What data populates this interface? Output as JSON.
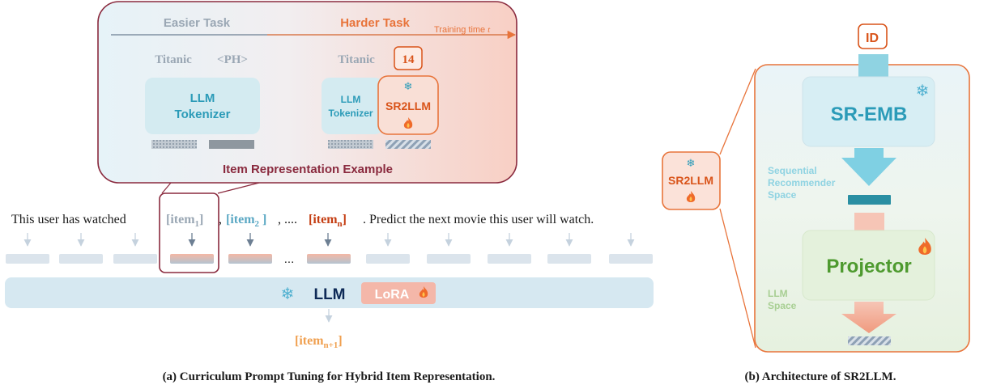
{
  "left": {
    "easier_task": "Easier Task",
    "harder_task": "Harder Task",
    "training_time": "Training time",
    "training_time_var": "t",
    "titanic_a": "Titanic",
    "ph": "<PH>",
    "titanic_b": "Titanic",
    "id_value": "14",
    "llm_tok_line1": "LLM",
    "llm_tok_line2": "Tokenizer",
    "llm_tok_small_line1": "LLM",
    "llm_tok_small_line2": "Tokenizer",
    "sr2llm": "SR2LLM",
    "example_title": "Item Representation Example",
    "sentence_prefix": "This user has watched",
    "item1_text": "[item",
    "item1_sub": "1",
    "item1_close": "]",
    "item2_text": "[item",
    "item2_sub": "2",
    "item2_close": " ]",
    "between_12": ",",
    "between_2n": ", ....",
    "itemn_text": "[item",
    "itemn_sub": "n",
    "itemn_close": "]",
    "sentence_suffix": ". Predict the next movie this user will watch.",
    "ellipsis": "...",
    "llm_label": "LLM",
    "lora_label": "LoRA",
    "next_item_text": "[item",
    "next_item_sub": "n+1",
    "next_item_close": "]",
    "caption": "(a) Curriculum Prompt Tuning for Hybrid Item Representation."
  },
  "right": {
    "id_label": "ID",
    "sr_emb": "SR-EMB",
    "sr2llm_side": "SR2LLM",
    "seq_space_line1": "Sequential",
    "seq_space_line2": "Recommender",
    "seq_space_line3": "Space",
    "projector": "Projector",
    "llm_space_line1": "LLM",
    "llm_space_line2": "Space",
    "caption": "(b) Architecture of SR2LLM."
  },
  "colors": {
    "llm_blue": "#2b9bb8",
    "orange": "#e8743b",
    "dark_orange": "#d9541a",
    "maroon": "#8a2a3e",
    "green": "#4e9a2f",
    "gray_text": "#9aa7b4",
    "light_blue_fill": "#d6ecf3",
    "pink_fill": "#f6d4cc"
  }
}
